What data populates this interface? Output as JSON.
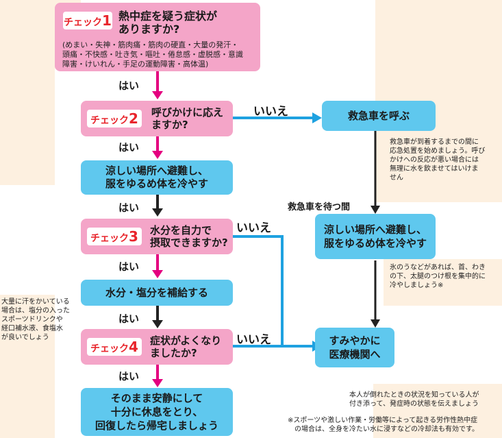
{
  "check1": {
    "chip": "チェック",
    "num": "1",
    "question_line1": "熱中症を疑う症状が",
    "question_line2": "ありますか?",
    "symptoms_line1": "(めまい・失神・筋肉痛・筋肉の硬直・大量の発汗・",
    "symptoms_line2": "頭痛・不快感・吐き気・嘔吐・倦怠感・虚脱感・意識",
    "symptoms_line3": "障害・けいれん・手足の運動障害・高体温)"
  },
  "check2": {
    "chip": "チェック",
    "num": "2",
    "question_line1": "呼びかけに応え",
    "question_line2": "ますか?"
  },
  "check3": {
    "chip": "チェック",
    "num": "3",
    "question_line1": "水分を自力で",
    "question_line2": "摂取できますか?"
  },
  "check4": {
    "chip": "チェック",
    "num": "4",
    "question_line1": "症状がよくなり",
    "question_line2": "ましたか?"
  },
  "steps": {
    "cool_left_line1": "涼しい場所へ避難し、",
    "cool_left_line2": "服をゆるめ体を冷やす",
    "hydrate": "水分・塩分を補給する",
    "rest_line1": "そのまま安静にして",
    "rest_line2": "十分に休息をとり、",
    "rest_line3": "回復したら帰宅しましょう",
    "ambulance": "救急車を呼ぶ",
    "cool_right_line1": "涼しい場所へ避難し、",
    "cool_right_line2": "服をゆるめ体を冷やす",
    "hospital_line1": "すみやかに",
    "hospital_line2": "医療機関へ"
  },
  "labels": {
    "yes": "はい",
    "no": "いいえ",
    "waiting": "救急車を待つ間"
  },
  "notes": {
    "ambulance_line1": "救急車が到着するまでの間に",
    "ambulance_line2": "応急処置を始めましょう。呼び",
    "ambulance_line3": "かけへの反応が悪い場合には",
    "ambulance_line4": "無理に水を飲ませてはいけま",
    "ambulance_line5": "せん",
    "ice_line1": "氷のうなどがあれば、首、わき",
    "ice_line2": "の下、太腿のつけ根を集中的に",
    "ice_line3": "冷やしましょう※",
    "sweat_line1": "大量に汗をかいている",
    "sweat_line2": "場合は、塩分の入った",
    "sweat_line3": "スポーツドリンクや",
    "sweat_line4": "経口補水液、食塩水",
    "sweat_line5": "が良いでしょう",
    "companion_line1": "本人が倒れたときの状況を知っている人が",
    "companion_line2": "付き添って、発症時の状態を伝えましょう",
    "footnote_line1": "※スポーツや激しい作業・労働等によって起きる労作性熱中症",
    "footnote_line2": "の場合は、全身を冷たい水に浸すなどの冷却法も有効です。"
  },
  "colors": {
    "pink": "#f4a5c8",
    "blue": "#5fc8ee",
    "magenta_arrow": "#e4007f",
    "blue_arrow": "#1ea1e0",
    "chip_red": "#e8242b",
    "background": "#fdf0e0"
  }
}
